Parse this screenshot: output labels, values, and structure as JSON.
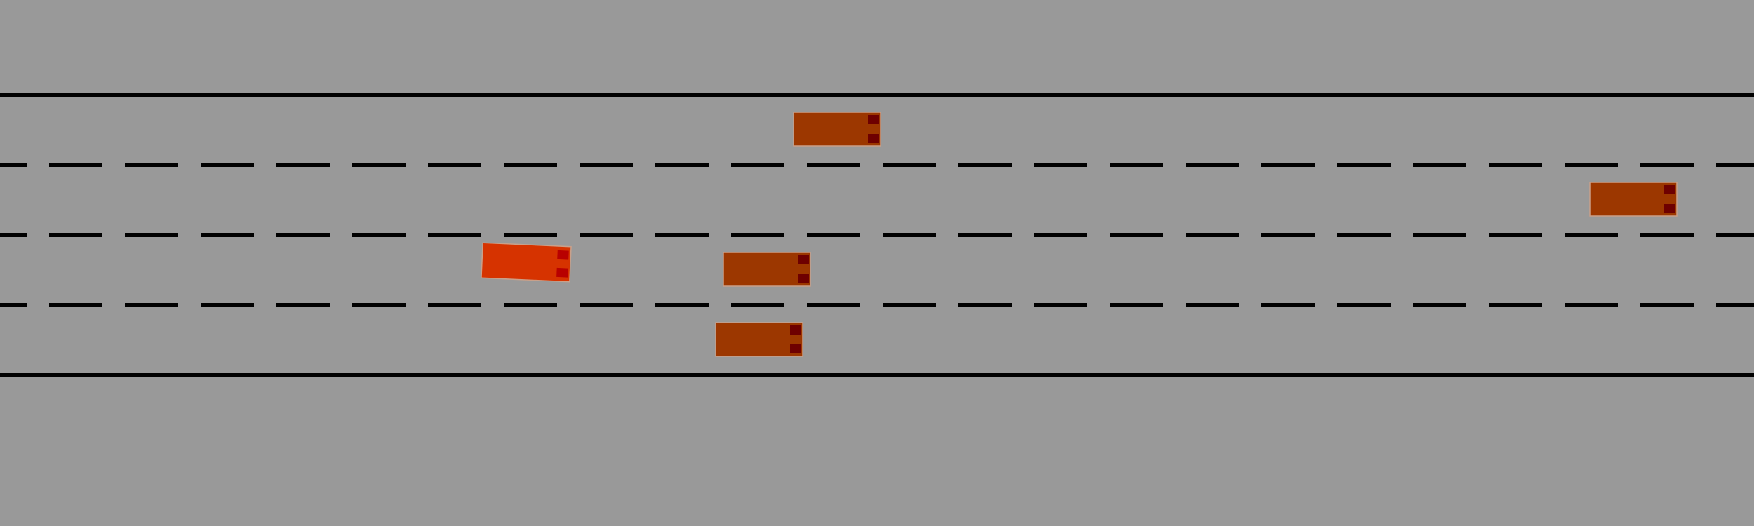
{
  "scene": {
    "type": "highway-driving-simulation",
    "lane_count": 4,
    "colors": {
      "background": "#999999",
      "lane_line": "#000000",
      "ego_vehicle": "#d63300",
      "other_vehicle": "#9c3700",
      "headlight_ego": "#b80000",
      "headlight_other": "#6e0000"
    }
  },
  "vehicles": [
    {
      "id": "ego",
      "lane": 2,
      "heading_deg": 2.5,
      "role": "ego"
    },
    {
      "id": "car-1",
      "lane": 0,
      "heading_deg": 0,
      "role": "other"
    },
    {
      "id": "car-2",
      "lane": 1,
      "heading_deg": 0,
      "role": "other"
    },
    {
      "id": "car-3",
      "lane": 2,
      "heading_deg": 0,
      "role": "other"
    },
    {
      "id": "car-4",
      "lane": 3,
      "heading_deg": 0,
      "role": "other"
    }
  ]
}
